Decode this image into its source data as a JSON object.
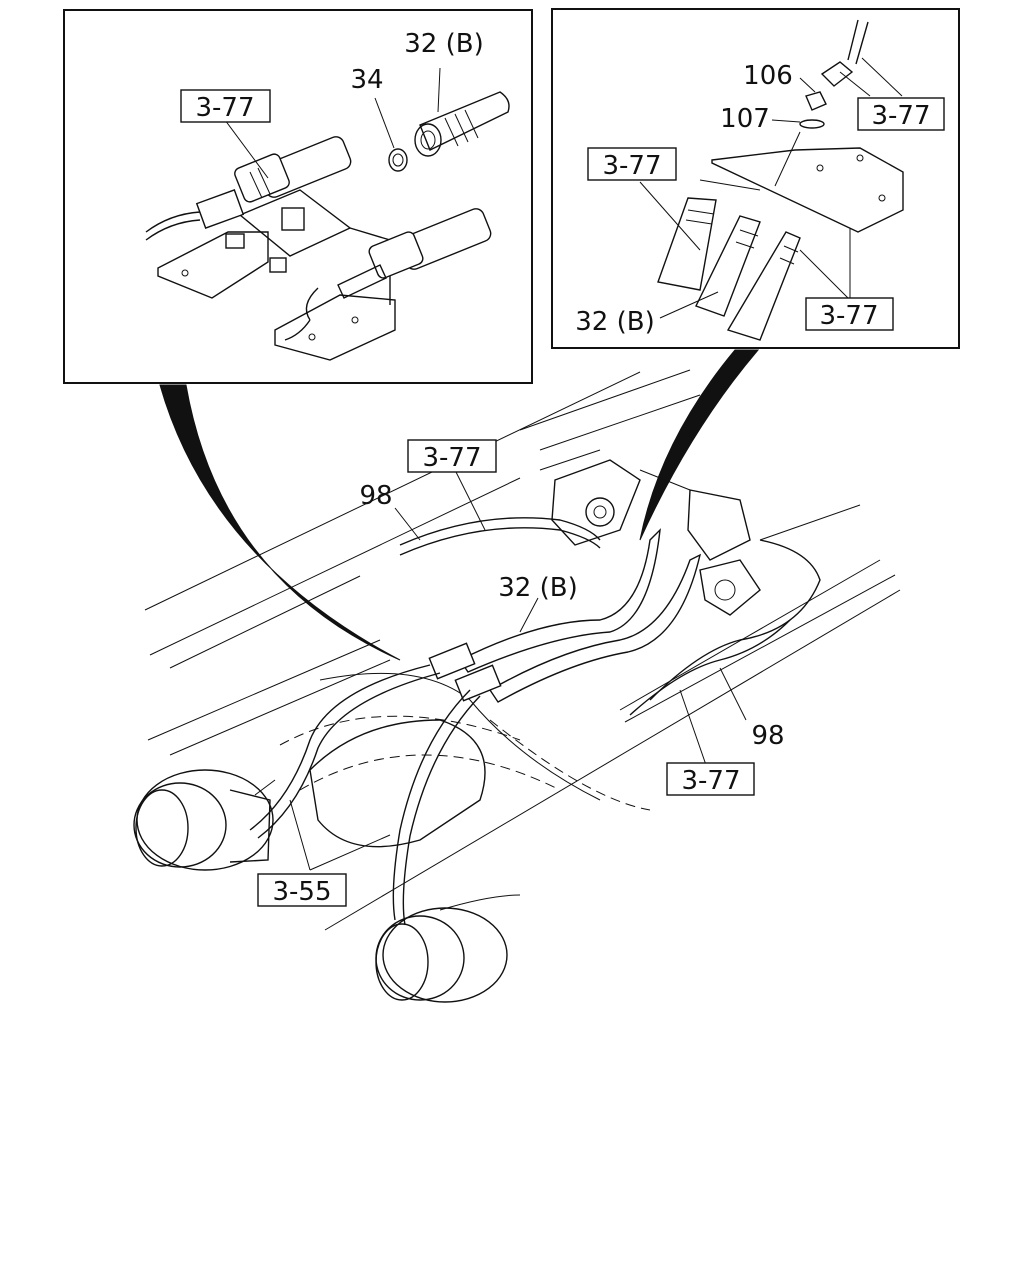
{
  "callouts": {
    "inset_left": {
      "ref_3_77": "3-77",
      "part_32b": "32 (B)",
      "part_34": "34"
    },
    "inset_right": {
      "part_106": "106",
      "part_107": "107",
      "ref_3_77_top": "3-77",
      "ref_3_77_left": "3-77",
      "ref_3_77_bottom": "3-77",
      "part_32b": "32 (B)"
    },
    "main": {
      "ref_3_77_top": "3-77",
      "part_98_left": "98",
      "part_32b": "32 (B)",
      "part_98_right": "98",
      "ref_3_77_bottom": "3-77",
      "ref_3_55": "3-55"
    }
  }
}
